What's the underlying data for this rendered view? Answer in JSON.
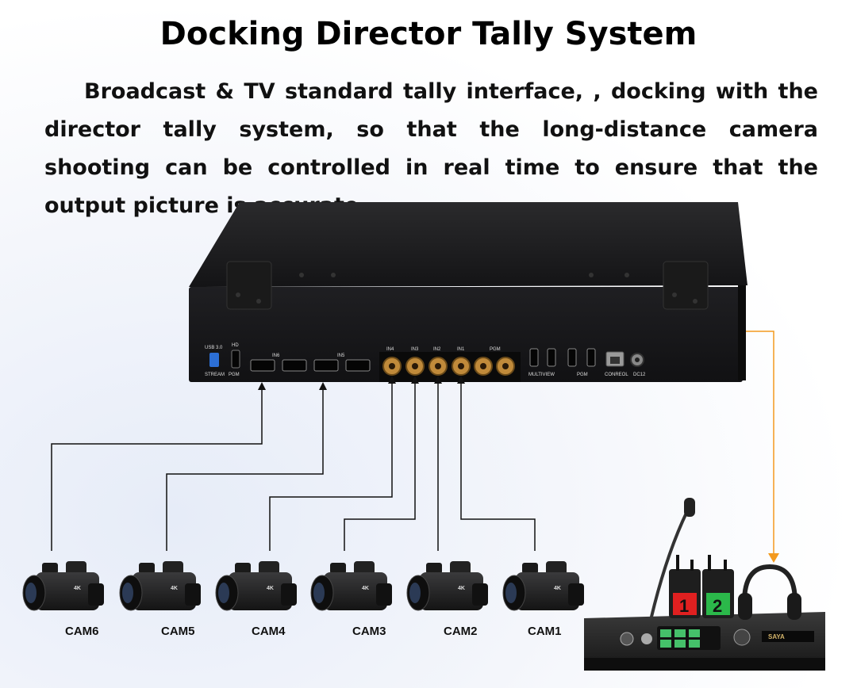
{
  "title": "Docking Director Tally System",
  "description": "Broadcast & TV standard tally interface, , docking with the director tally system, so that the long-distance camera shooting can be controlled in real time to ensure that the output picture is accurate.",
  "colors": {
    "cable": "#111111",
    "tally_link": "#f39a1e",
    "device_body": "#1c1c1e",
    "red_tally": "#e02020",
    "green_tally": "#2bb84a"
  },
  "device_ports": {
    "usb": "USB 3.0",
    "stream": "STREAM",
    "hd": "HD",
    "pgm": "PGM",
    "in6": "IN6",
    "in5": "IN5",
    "in4": "IN4",
    "in3": "IN3",
    "in2": "IN2",
    "in1": "IN1",
    "pgm_sdi": "PGM",
    "multiview": "MULTIVIEW",
    "pgm_hdmi": "PGM",
    "control": "CONREOL",
    "dc": "DC12"
  },
  "cameras": [
    {
      "label": "CAM6",
      "badge": "4K"
    },
    {
      "label": "CAM5",
      "badge": "4K"
    },
    {
      "label": "CAM4",
      "badge": "4K"
    },
    {
      "label": "CAM3",
      "badge": "4K"
    },
    {
      "label": "CAM2",
      "badge": "4K"
    },
    {
      "label": "CAM1",
      "badge": "4K"
    }
  ],
  "tally_units": [
    {
      "number": "1",
      "color": "#e02020"
    },
    {
      "number": "2",
      "color": "#2bb84a"
    }
  ],
  "intercom_brand": "SAYA"
}
